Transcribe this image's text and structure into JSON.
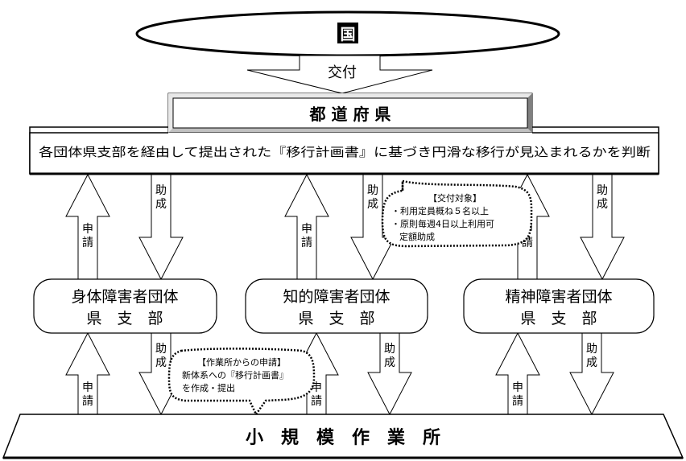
{
  "national": {
    "label": "国"
  },
  "grant_arrow": {
    "label": "交付"
  },
  "prefecture": {
    "label": "都 道 府 県"
  },
  "judgment_box": {
    "text": "各団体県支部を経由して提出された『移行計画書』に基づき円滑な移行が見込まれるかを判断"
  },
  "eligibility_note": {
    "title": "【交付対象】",
    "lines": [
      "・利用定員概ね５名以上",
      "・原則毎週4日以上利用可",
      "定額助成"
    ]
  },
  "branches": [
    {
      "line1": "身体障害者団体",
      "line2": "県　支　部"
    },
    {
      "line1": "知的障害者団体",
      "line2": "県　支　部"
    },
    {
      "line1": "精神障害者団体",
      "line2": "県　支　部"
    }
  ],
  "workshop_note": {
    "title": "【作業所からの申請】",
    "lines": [
      "新体系への『移行計画書』",
      "を作成・提出"
    ]
  },
  "workshop": {
    "label": "小　規　模　作　業　所"
  },
  "arrow_labels": {
    "apply": [
      "申",
      "請"
    ],
    "subsidy": [
      "助",
      "成"
    ]
  }
}
